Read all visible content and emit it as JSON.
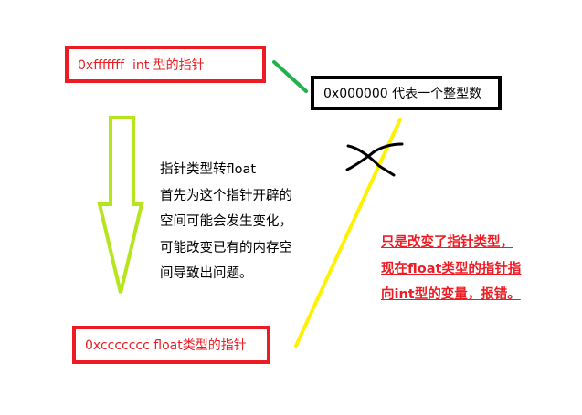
{
  "int_pointer_box": {
    "label": "0xfffffff  int 型的指针"
  },
  "int_value_box": {
    "label": "0x000000 代表一个整型数"
  },
  "float_pointer_box": {
    "label": "0xccccccc float类型的指针"
  },
  "explanation": {
    "lines": [
      "指针类型转float",
      "首先为这个指针开辟的",
      "空间可能会发生变化，",
      "可能改变已有的内存空",
      "间导致出问题。"
    ]
  },
  "error_note": {
    "lines": [
      "只是改变了指针类型，",
      "现在float类型的指针指",
      "向int型的变量，报错。"
    ]
  },
  "colors": {
    "red": "#ed1c24",
    "green": "#22b14c",
    "yellow": "#fff200",
    "arrow": "#b5e61d",
    "black": "#000000"
  }
}
